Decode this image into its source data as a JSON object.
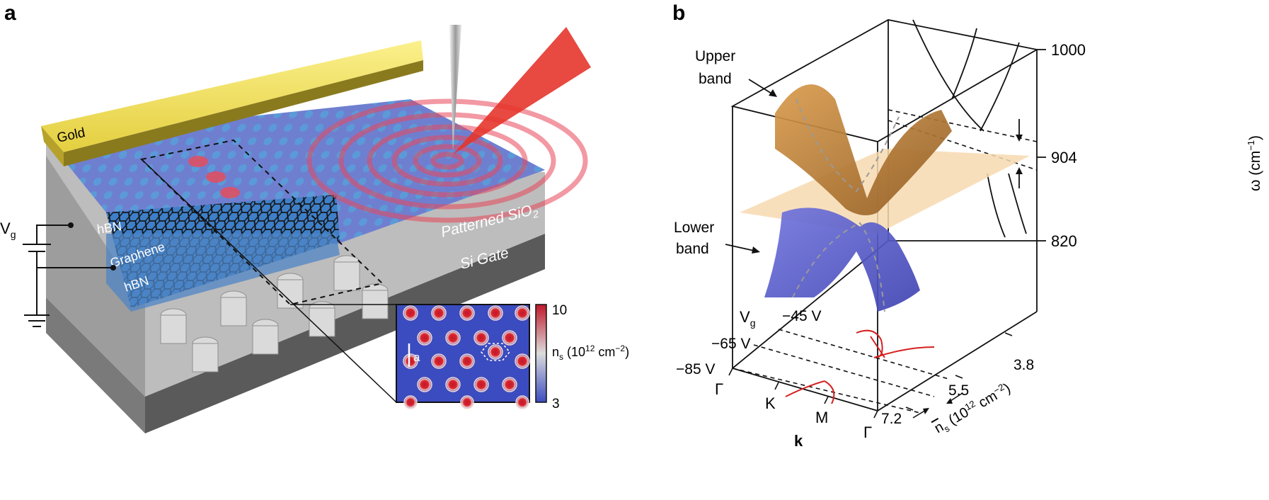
{
  "panel_a": {
    "panel_label": "a",
    "gold_label": "Gold",
    "hbn_top_label": "hBN",
    "graphene_label": "Graphene",
    "hbn_bottom_label": "hBN",
    "vg_symbol": "V",
    "vg_sub": "g",
    "sio2_label": "Patterned SiO",
    "sio2_sub": "2",
    "si_gate_label": "Si Gate",
    "inset": {
      "lattice_label": "a",
      "colorbar_max": "10",
      "colorbar_min": "3",
      "colorbar_title": "n",
      "colorbar_title_sub": "s",
      "colorbar_title_rest": " (10",
      "colorbar_title_exp": "12",
      "colorbar_title_unit": " cm",
      "colorbar_title_unit_exp": "−2",
      "colorbar_title_close": ")",
      "colors": {
        "low": "#3b4cc0",
        "mid": "#dcdcdc",
        "high": "#c0182a"
      }
    },
    "colors": {
      "gold": "#f1df5c",
      "hbn": "#4f86c6",
      "graphene_ring": "#1a1a1a",
      "tip": "#c8c8c8",
      "laser": "#e5352b",
      "substrate": "#6d6d6d"
    }
  },
  "panel_b": {
    "panel_label": "b",
    "upper_band_line1": "Upper",
    "upper_band_line2": "band",
    "lower_band_line1": "Lower",
    "lower_band_line2": "band",
    "omega_ticks": [
      "1000",
      "904",
      "820"
    ],
    "omega_label": "ω (cm",
    "omega_label_exp": "−1",
    "omega_label_close": ")",
    "vg_symbol": "V",
    "vg_sub": "g",
    "vg_ticks": [
      "−45 V",
      "−65 V",
      "−85 V"
    ],
    "k_ticks": [
      "Γ",
      "K",
      "M",
      "Γ"
    ],
    "k_label": "k",
    "ns_ticks": [
      "3.8",
      "5.5",
      "7.2"
    ],
    "ns_label": "n",
    "ns_label_sub": "s",
    "ns_label_rest": " (10",
    "ns_label_exp": "12",
    "ns_label_unit": " cm",
    "ns_label_unit_exp": "−2",
    "ns_label_close": ")",
    "colors": {
      "upper_band": "#b87a2e",
      "lower_band": "#5a5fc8",
      "plane": "#f7d9b0",
      "dispersion": "#d62020"
    }
  }
}
